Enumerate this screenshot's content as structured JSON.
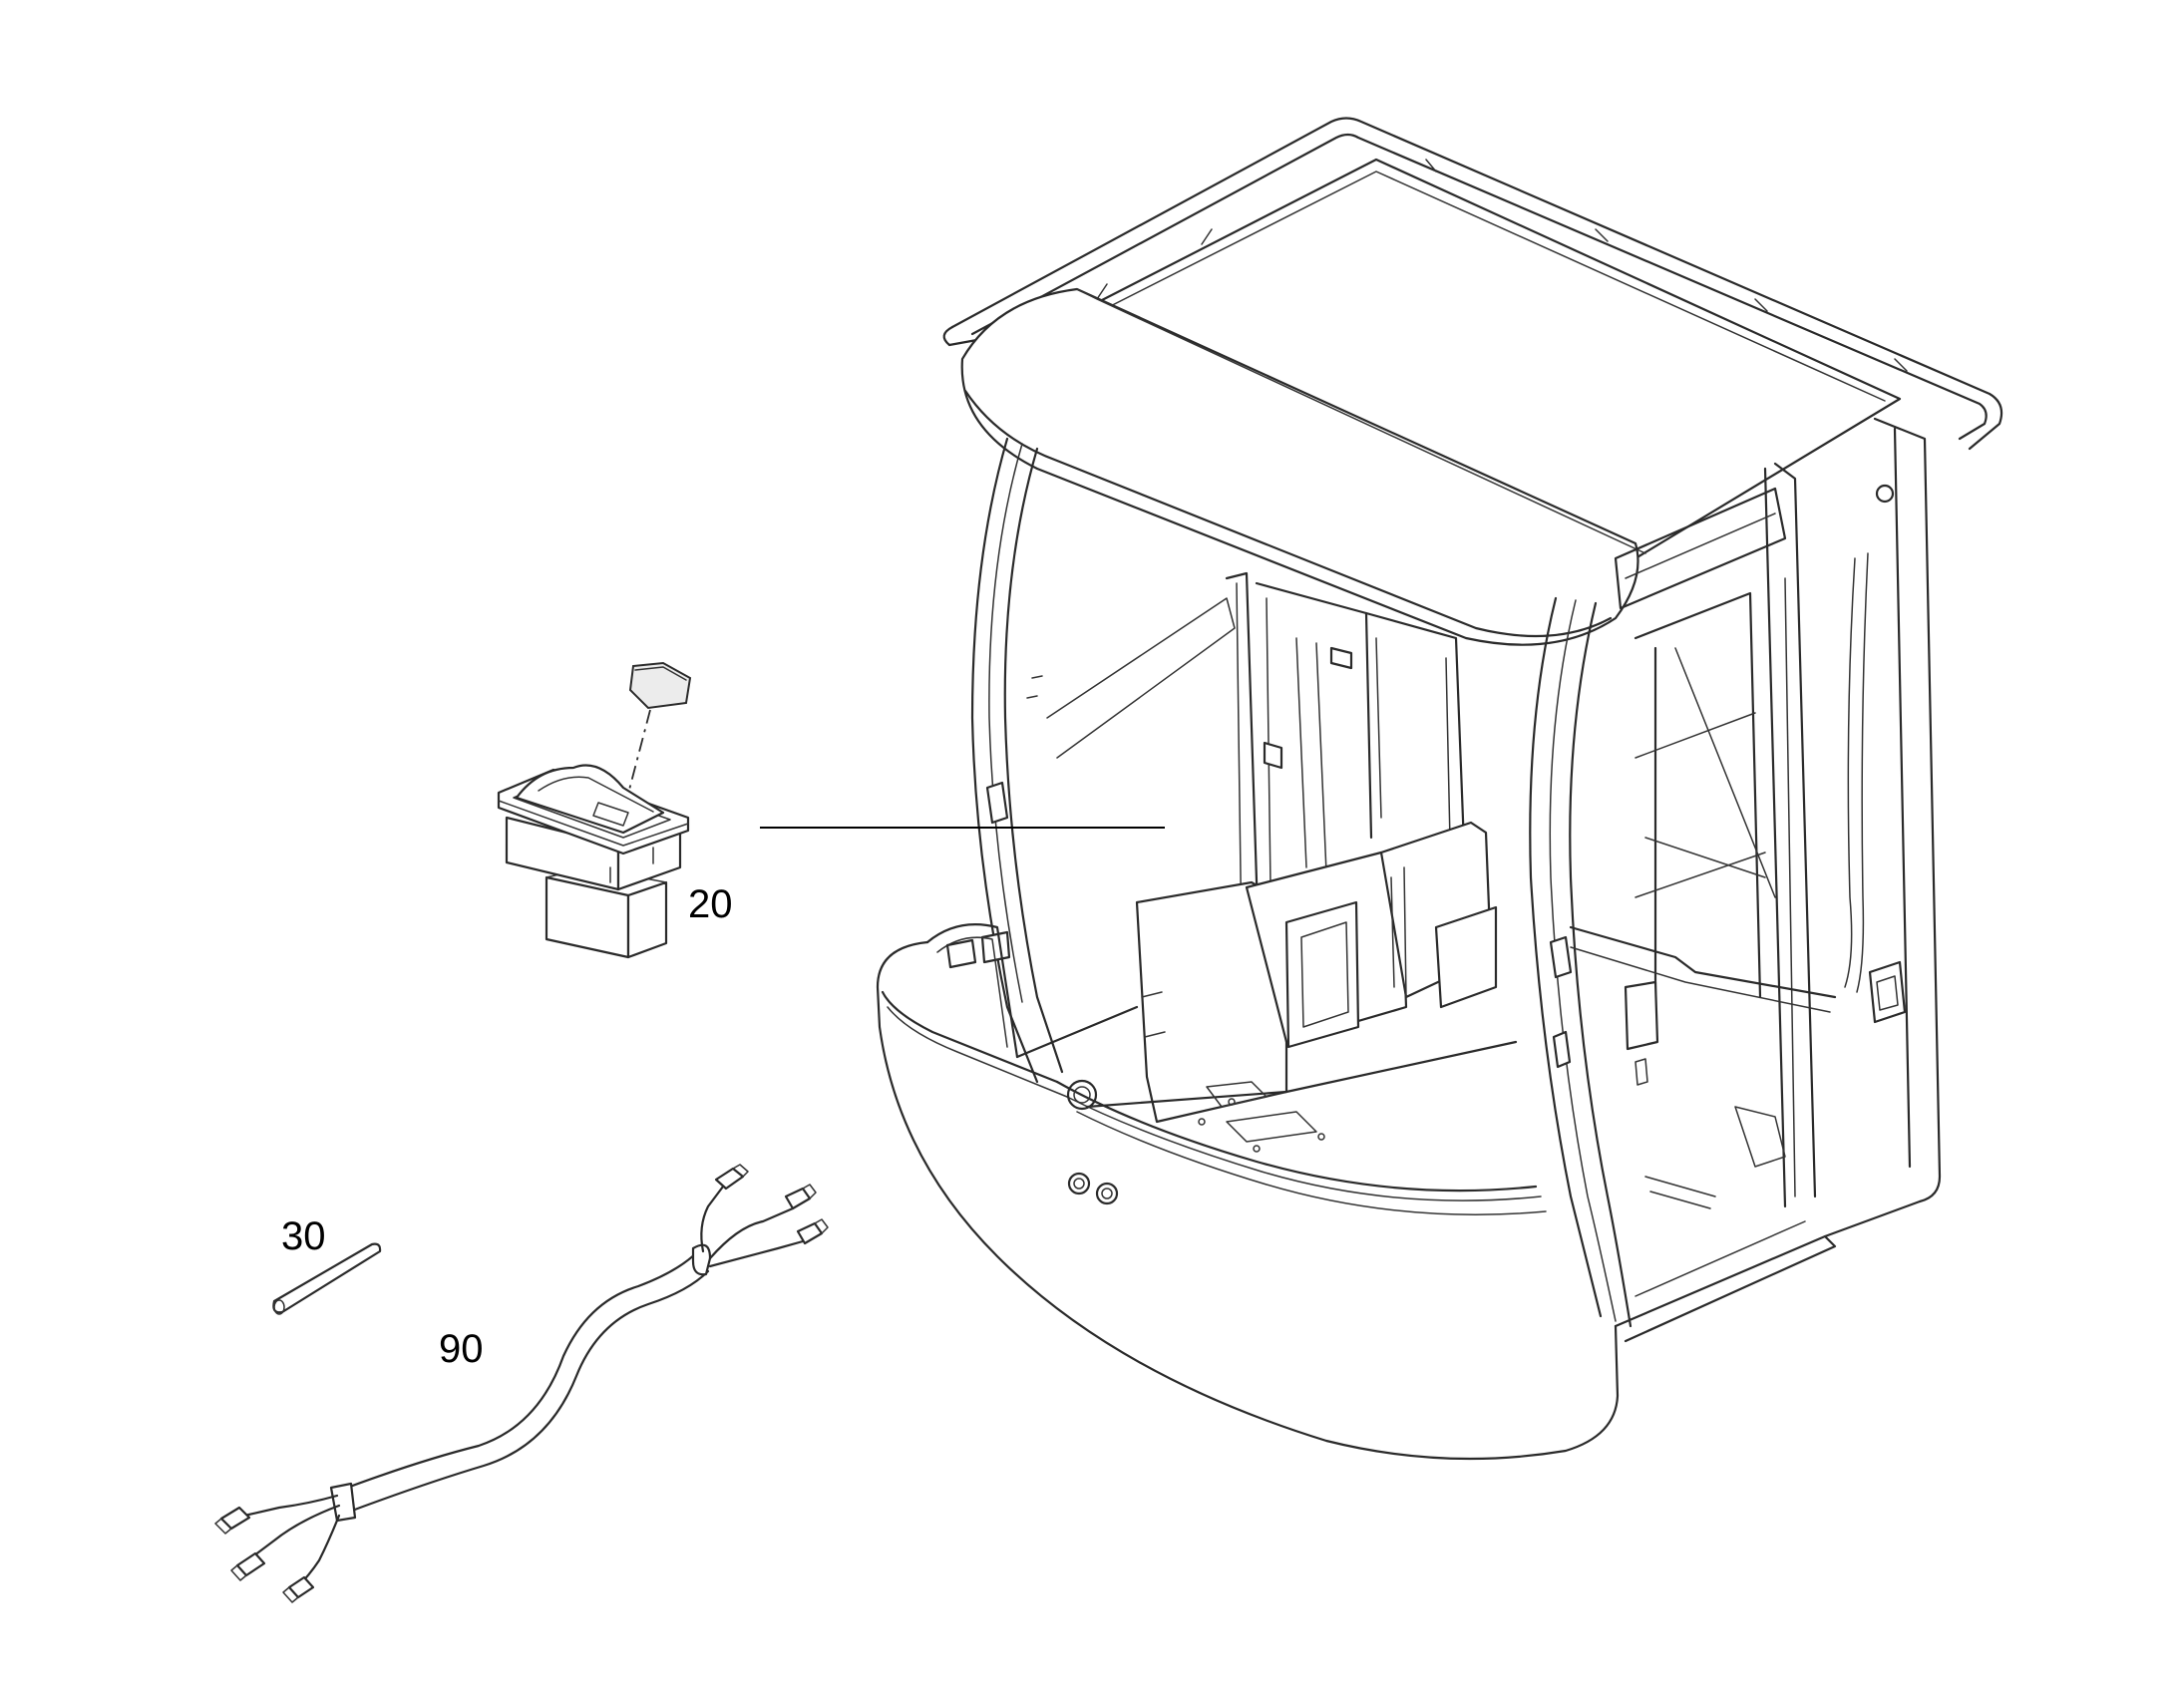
{
  "diagram": {
    "callouts": [
      {
        "id": "switch",
        "label": "20"
      },
      {
        "id": "pin",
        "label": "30"
      },
      {
        "id": "harness",
        "label": "90"
      }
    ],
    "colors": {
      "line": "#2a2a2a",
      "background": "#ffffff",
      "cap_fill": "#ececec"
    }
  }
}
